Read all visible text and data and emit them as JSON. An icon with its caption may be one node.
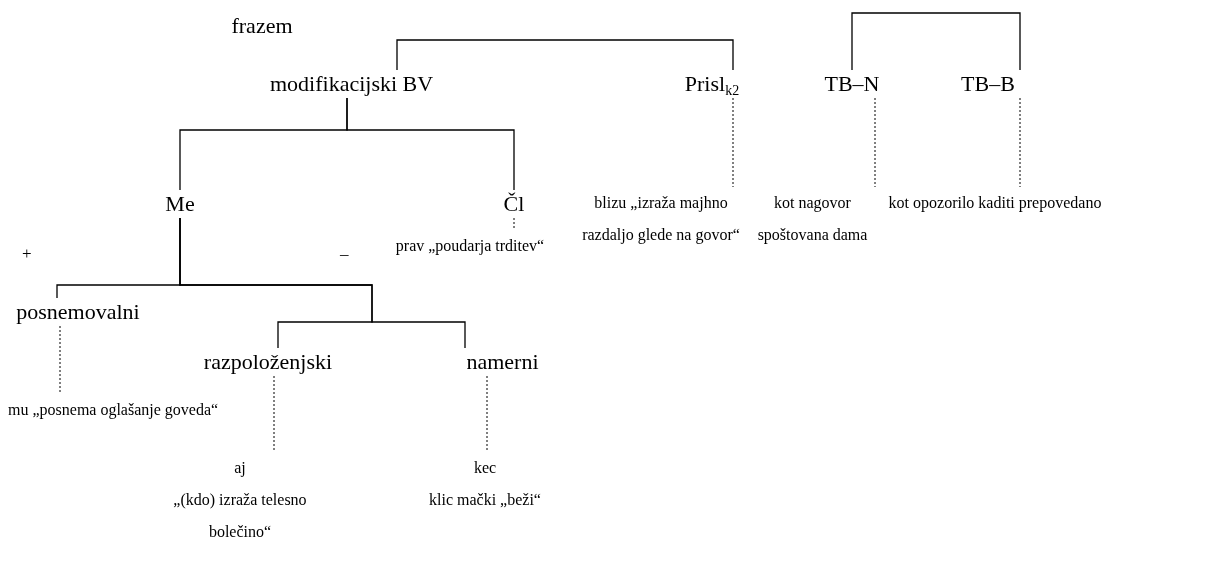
{
  "diagram": {
    "nodes": [
      {
        "text": [
          "frazem"
        ]
      },
      {
        "text": [
          "modifikacijski BV"
        ]
      },
      {
        "text": [
          "Prisl$_{k2}$"
        ]
      },
      {
        "text": [
          "TB–N"
        ]
      },
      {
        "text": [
          "TB–B"
        ]
      },
      {
        "text": [
          "Me"
        ]
      },
      {
        "text": [
          "Čl"
        ]
      },
      {
        "text": [
          "posnemovalni"
        ]
      },
      {
        "text": [
          "razpoloženjski"
        ]
      },
      {
        "text": [
          "namerni"
        ]
      },
      {
        "text": [
          "mu „posnema oglašanje goveda“"
        ]
      },
      {
        "text": [
          "aj",
          "„(kdo) izraža telesno bolečino“"
        ]
      },
      {
        "text": [
          "kec",
          "klic mački „beži“"
        ]
      },
      {
        "text": [
          "prav „poudarja trditev“"
        ]
      },
      {
        "text": [
          "blizu „izraža majhno razdaljo glede na govor“"
        ]
      },
      {
        "text": [
          "kot nagovor spoštovana dama"
        ]
      },
      {
        "text": [
          "kot opozorilo kaditi prepovedano"
        ]
      }
    ],
    "edges": [
      {
        "from": 1,
        "to": 2,
        "arrow": "none"
      },
      {
        "from": 3,
        "to": 4,
        "arrow": "none"
      },
      {
        "from": 1,
        "to": 5,
        "arrow": "none"
      },
      {
        "from": 1,
        "to": 6,
        "arrow": "none"
      },
      {
        "from": 5,
        "to": 7,
        "arrow": "none"
      },
      {
        "from": 5,
        "to": 8,
        "arrow": "none"
      },
      {
        "from": 5,
        "to": 9,
        "arrow": "none"
      },
      {
        "from": 2,
        "to": 14,
        "arrow": "none",
        "style": "dashed"
      },
      {
        "from": 3,
        "to": 15,
        "arrow": "none",
        "style": "dashed"
      },
      {
        "from": 4,
        "to": 16,
        "arrow": "none",
        "style": "dashed"
      },
      {
        "from": 6,
        "to": 13,
        "arrow": "none",
        "style": "dashed"
      },
      {
        "from": 7,
        "to": 10,
        "arrow": "none",
        "style": "dashed"
      },
      {
        "from": 8,
        "to": 11,
        "arrow": "none",
        "style": "dashed"
      },
      {
        "from": 9,
        "to": 12,
        "arrow": "none",
        "style": "dashed"
      }
    ],
    "labels": [
      "+",
      "–"
    ]
  }
}
